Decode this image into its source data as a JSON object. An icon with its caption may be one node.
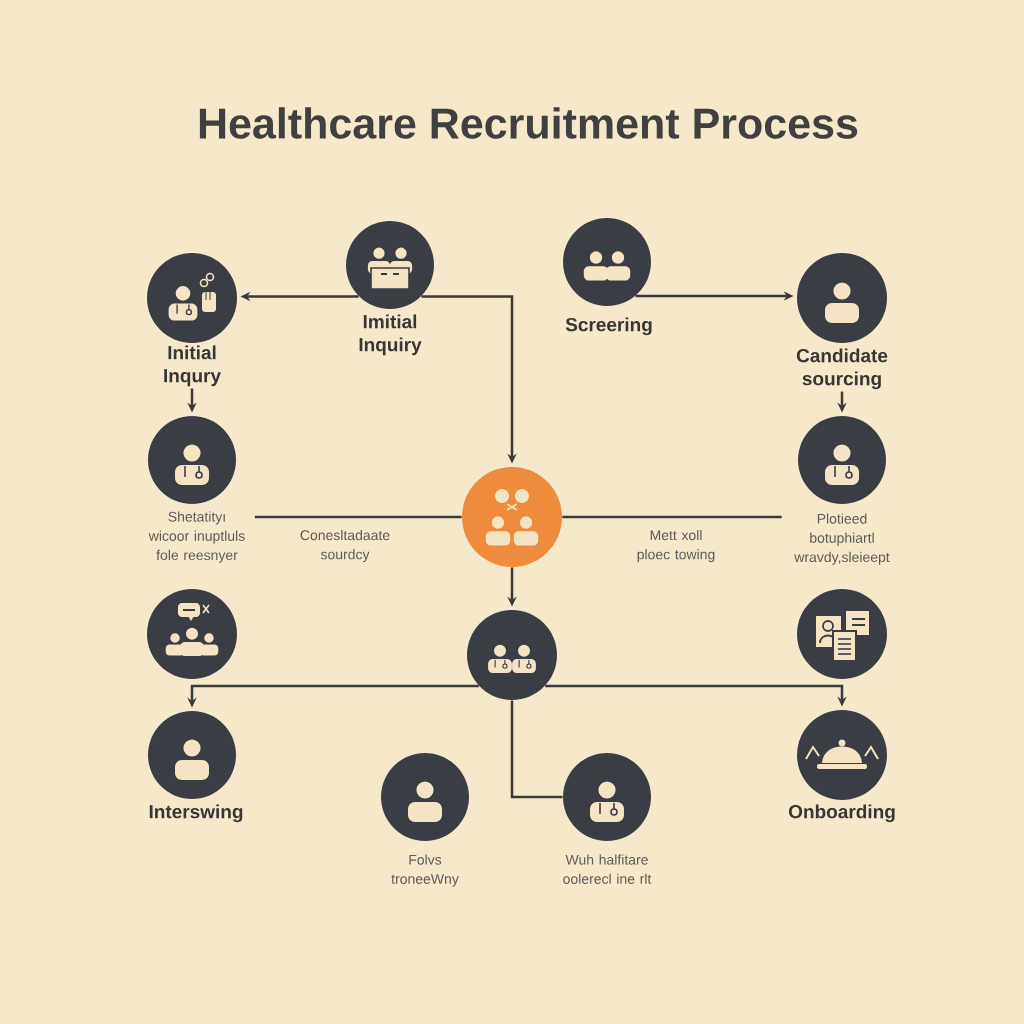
{
  "diagram": {
    "title": "Healthcare Recruitment Process",
    "nodes": [
      {
        "text": [
          "Initial Inqury"
        ]
      },
      {
        "text": [
          "Imitial Inquiry"
        ]
      },
      {
        "text": [
          "Screering"
        ]
      },
      {
        "text": [
          "Candidate sourcing"
        ]
      },
      {
        "text": [
          "Shetatityı wicoor inuptluls fole reesnyer"
        ]
      },
      {
        "text": [],
        "shape": "circle"
      },
      {
        "text": [
          "Plotieed botuphiartl wravdy,sleieept"
        ]
      },
      {
        "text": [],
        "shape": "circle"
      },
      {
        "text": [],
        "shape": "circle"
      },
      {
        "text": [],
        "shape": "circle"
      },
      {
        "text": [
          "Interswing"
        ]
      },
      {
        "text": [
          "Folvs troneeWny"
        ]
      },
      {
        "text": [
          "Wuh halfitare oolerecl ine rlt"
        ]
      },
      {
        "text": [
          "Onboarding"
        ]
      }
    ],
    "edges": [
      {
        "from": 1,
        "to": 0,
        "arrow": "to"
      },
      {
        "from": 1,
        "to": 5,
        "arrow": "to"
      },
      {
        "from": 2,
        "to": 3,
        "arrow": "to"
      },
      {
        "from": 0,
        "to": 4,
        "arrow": "to"
      },
      {
        "from": 3,
        "to": 6,
        "arrow": "to"
      },
      {
        "from": 4,
        "to": 5,
        "arrow": "none",
        "label": "Conesltadaate sourdcy"
      },
      {
        "from": 5,
        "to": 6,
        "arrow": "none",
        "label": "Mett xoll ploec towing"
      },
      {
        "from": 5,
        "to": 8,
        "arrow": "to"
      },
      {
        "from": 8,
        "to": 10,
        "arrow": "to"
      },
      {
        "from": 8,
        "to": 13,
        "arrow": "to"
      },
      {
        "from": 8,
        "to": 12,
        "arrow": "none"
      }
    ]
  }
}
